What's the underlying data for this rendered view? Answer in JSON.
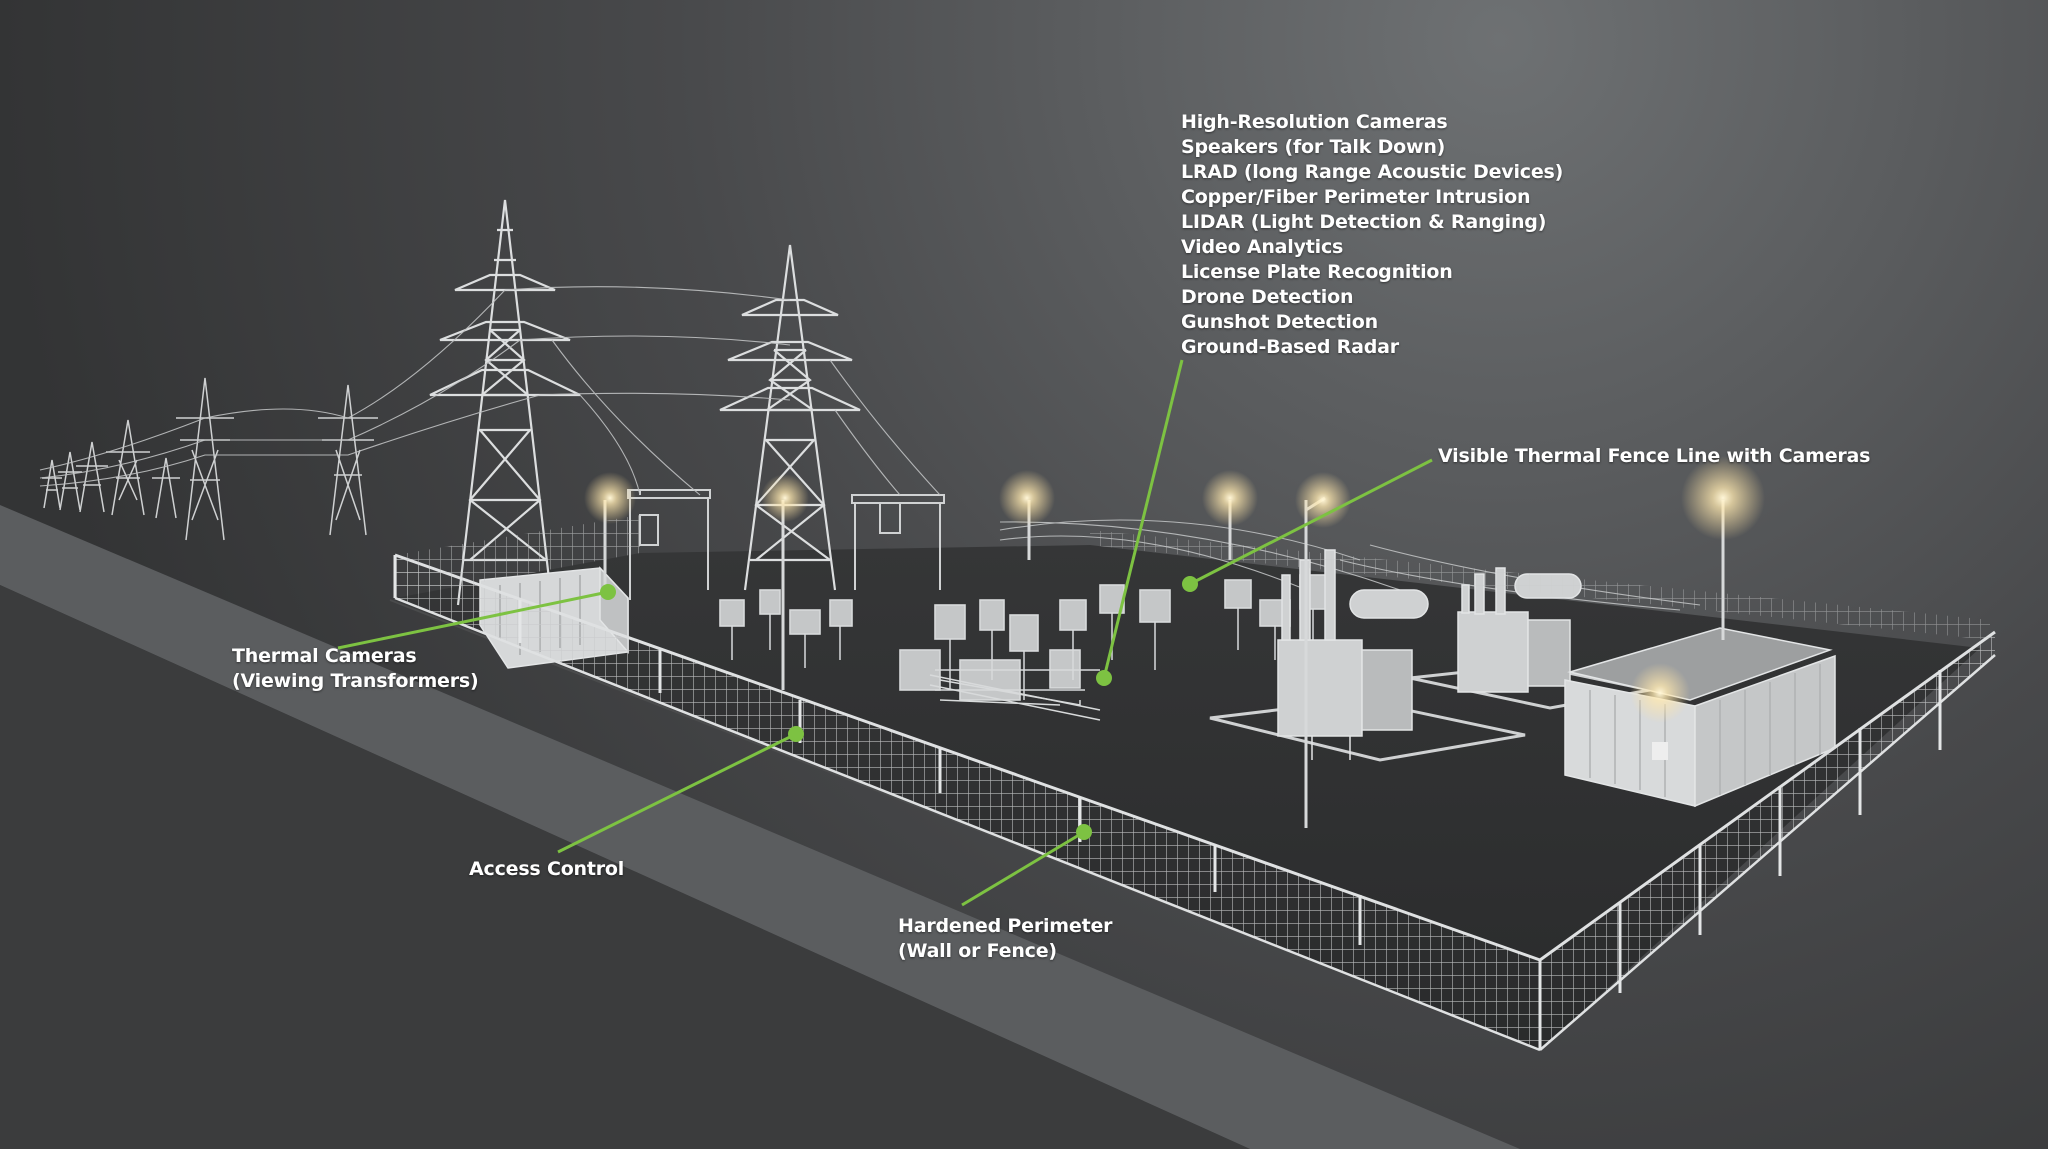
{
  "colors": {
    "accent": "#7dc242",
    "sky_top": "#6b6e70",
    "background": "#3a3b3c",
    "ground": "#2e2f30",
    "road": "#585a5c",
    "structure": "#d9dbdc",
    "light": "#fff1c8"
  },
  "callouts": {
    "technologies": [
      "High-Resolution Cameras",
      "Speakers (for Talk Down)",
      "LRAD (long Range Acoustic Devices)",
      "Copper/Fiber Perimeter Intrusion",
      "LIDAR (Light Detection & Ranging)",
      "Video Analytics",
      "License Plate Recognition",
      "Drone Detection",
      "Gunshot Detection",
      "Ground-Based Radar"
    ],
    "fence_line": "Visible Thermal Fence Line with Cameras",
    "thermal_line1": "Thermal Cameras",
    "thermal_line2": "(Viewing Transformers)",
    "access_control": "Access Control",
    "perimeter_line1": "Hardened Perimeter",
    "perimeter_line2": "(Wall or Fence)"
  }
}
